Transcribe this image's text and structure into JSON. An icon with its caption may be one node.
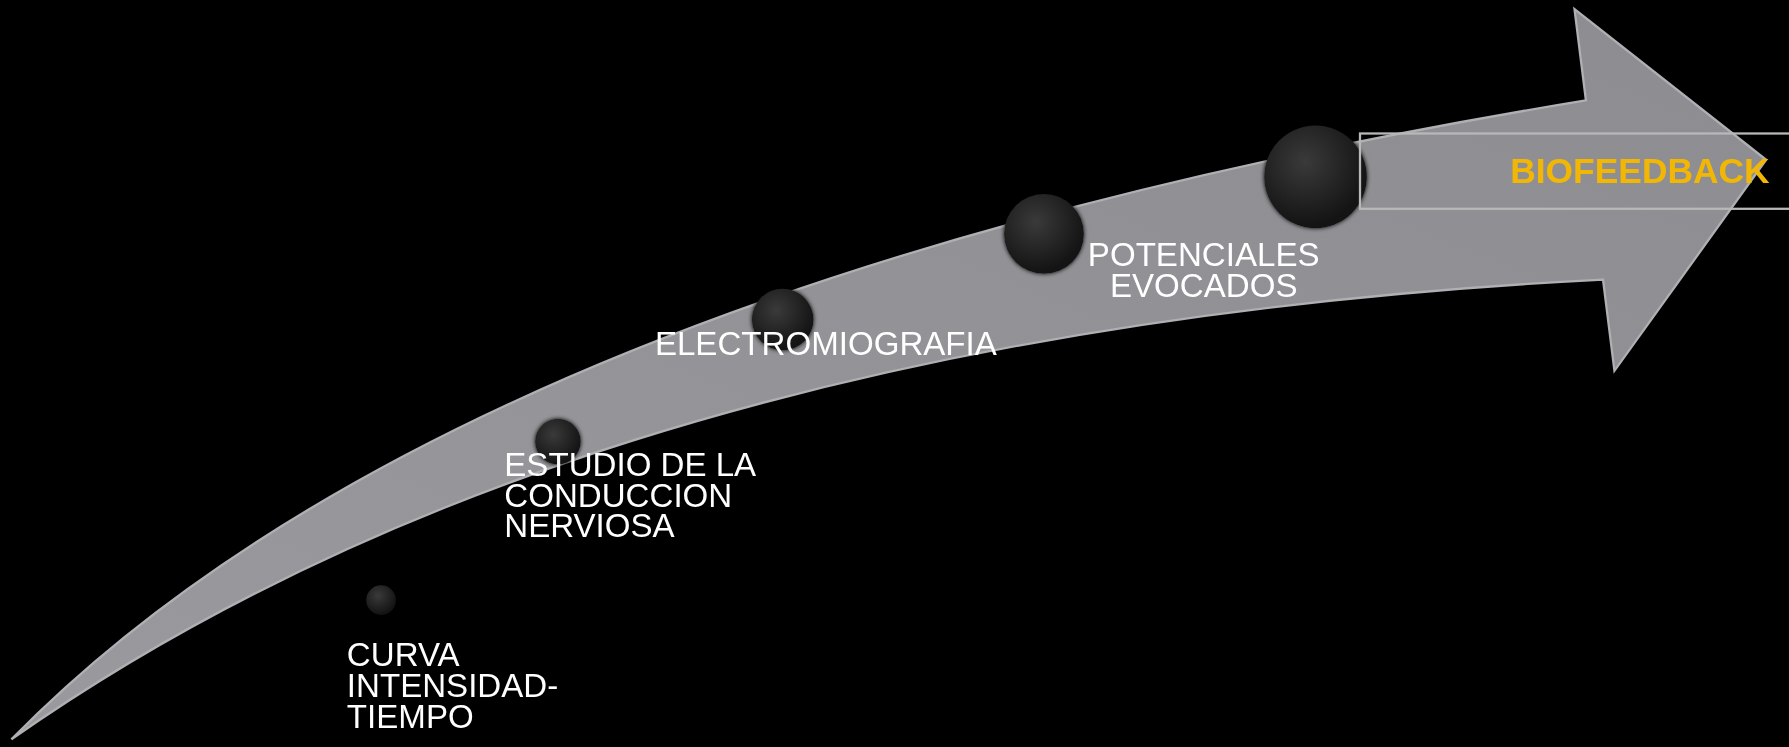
{
  "diagram": {
    "nodes": [
      {
        "text": [],
        "shape": "circle",
        "beside": [
          "CURVA INTENSIDAD-TIEMPO"
        ]
      },
      {
        "text": [],
        "shape": "circle",
        "beside": [
          "ESTUDIO DE LA CONDUCCION NERVIOSA"
        ]
      },
      {
        "text": [],
        "shape": "circle",
        "beside": [
          "ELECTROMIOGRAFIA"
        ]
      },
      {
        "text": [],
        "shape": "circle",
        "beside": [
          "POTENCIALES EVOCADOS"
        ]
      },
      {
        "text": [],
        "shape": "circle"
      },
      {
        "text": [
          "BIOFEEDBACK"
        ]
      }
    ]
  }
}
